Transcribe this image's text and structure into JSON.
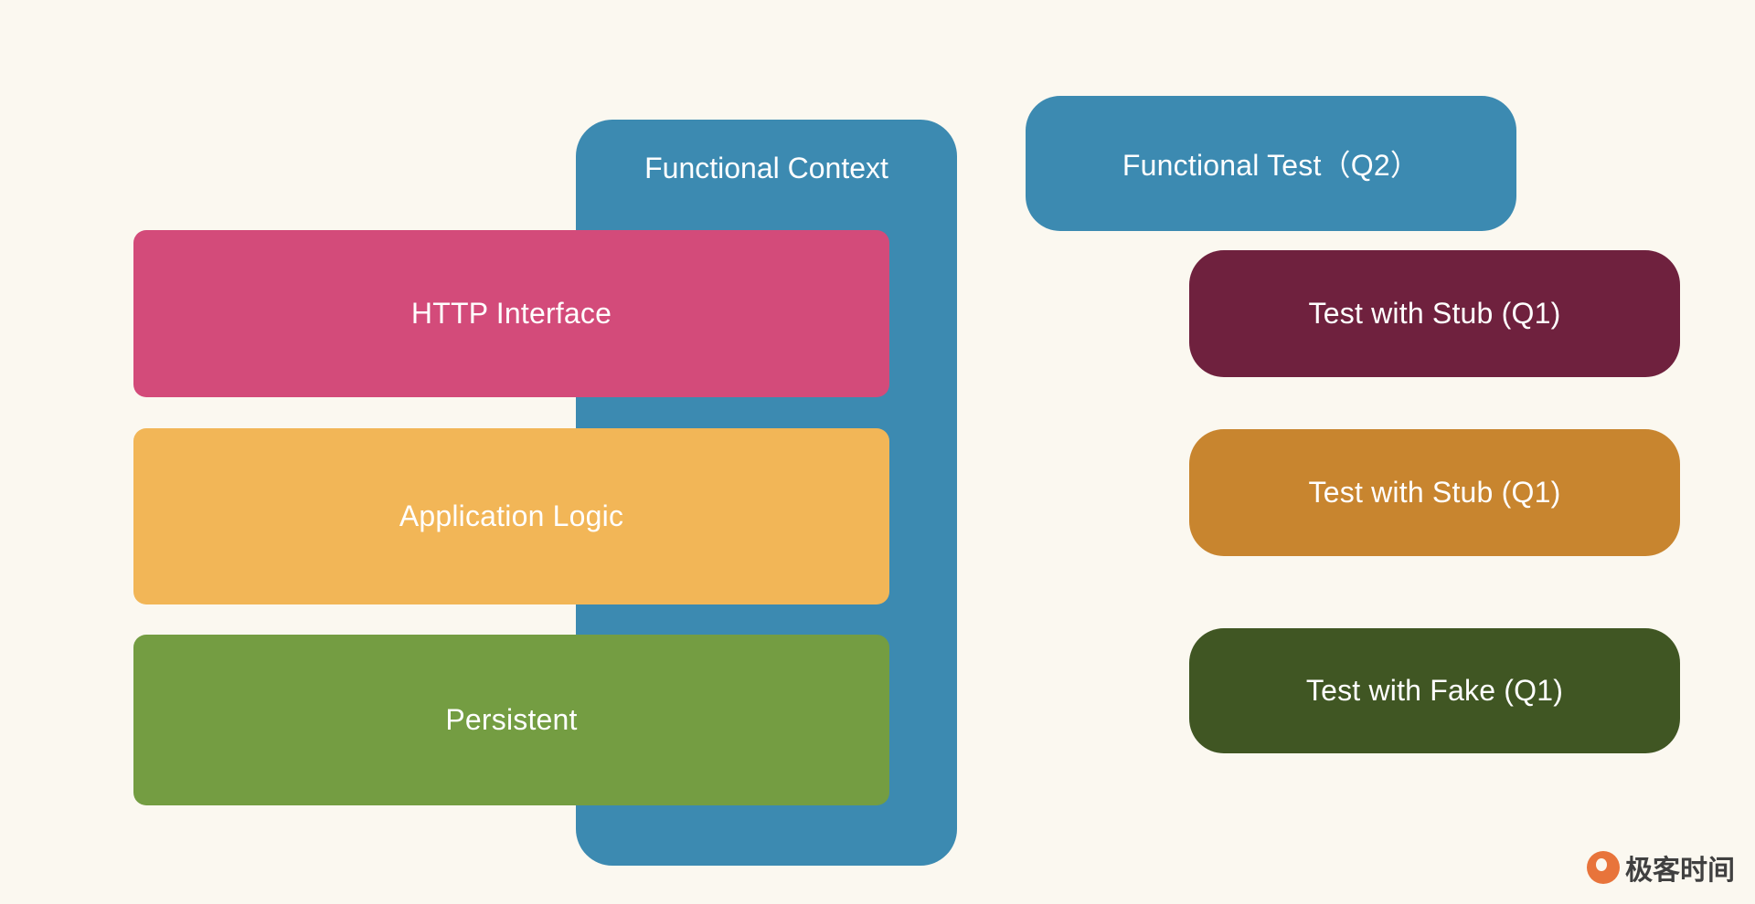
{
  "context": {
    "label": "Functional Context"
  },
  "layers": {
    "http": "HTTP Interface",
    "application": "Application Logic",
    "persistent": "Persistent"
  },
  "tests": {
    "functional": "Functional Test（Q2）",
    "stub_http": "Test with Stub (Q1)",
    "stub_app": "Test with Stub (Q1)",
    "fake_persistent": "Test with Fake (Q1)"
  },
  "brand": {
    "name": "极客时间"
  },
  "colors": {
    "background": "#fbf8f0",
    "context": "#3c8ab1",
    "http": "#d34b7a",
    "application": "#f2b657",
    "persistent": "#749d42",
    "test_functional": "#3c8ab1",
    "test_stub_http": "#6f213e",
    "test_stub_app": "#c8852f",
    "test_fake": "#405623",
    "brand_accent": "#e8743b"
  }
}
